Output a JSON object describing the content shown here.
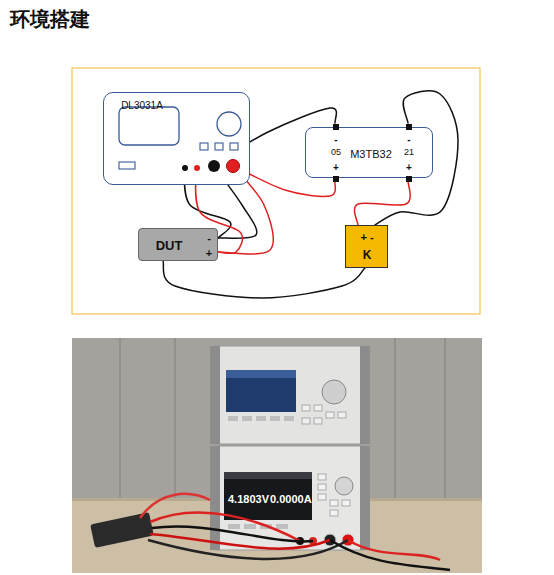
{
  "diagram": {
    "title": "环境搭建",
    "nodes": [
      {
        "text": [
          "DL3031A"
        ]
      },
      {
        "text": [
          "M3TB32",
          "-",
          "05",
          "+",
          "-",
          "21",
          "+"
        ]
      },
      {
        "text": [
          "DUT",
          "-",
          "+"
        ]
      },
      {
        "text": [
          "+ -",
          "K"
        ]
      }
    ],
    "edges": [
      {
        "from": 0,
        "to": 1,
        "arrow": "none"
      },
      {
        "from": 0,
        "to": 1,
        "arrow": "none"
      },
      {
        "from": 0,
        "to": 2,
        "arrow": "none"
      },
      {
        "from": 0,
        "to": 2,
        "arrow": "none"
      },
      {
        "from": 0,
        "to": 2,
        "arrow": "none"
      },
      {
        "from": 0,
        "to": 2,
        "arrow": "none"
      },
      {
        "from": 1,
        "to": 3,
        "arrow": "none"
      },
      {
        "from": 1,
        "to": 3,
        "arrow": "none"
      },
      {
        "from": 2,
        "to": 3,
        "arrow": "none"
      }
    ],
    "labels": [
      "4.1803V",
      "0.0000A"
    ]
  }
}
